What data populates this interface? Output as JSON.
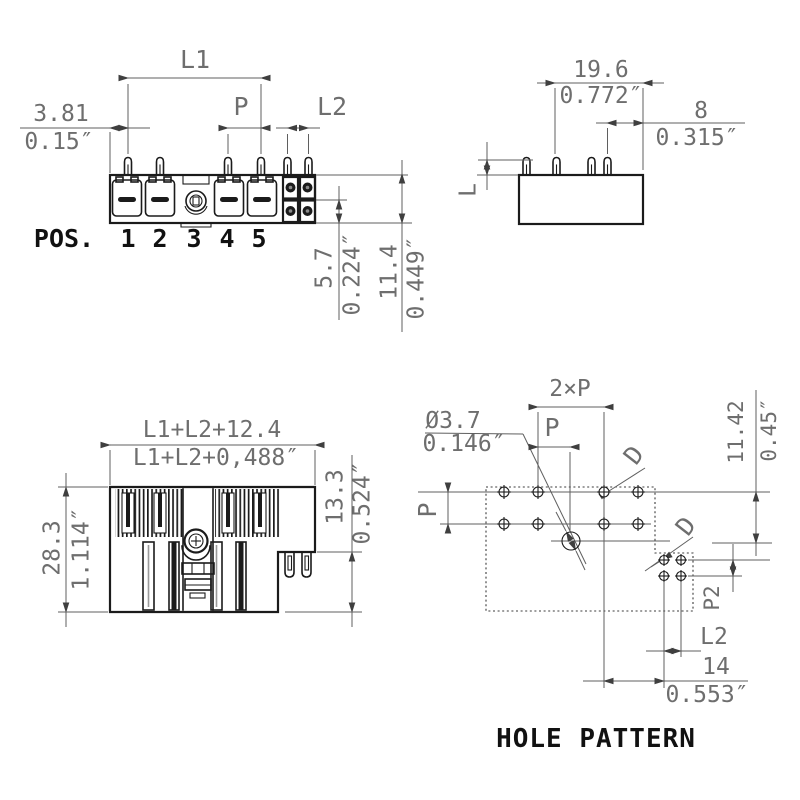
{
  "drawing_title": "HOLE PATTERN",
  "front": {
    "pos_label": "POS.",
    "pos": [
      "1",
      "2",
      "3",
      "4",
      "5"
    ],
    "dims": {
      "l1": "L1",
      "p": "P",
      "l2": "L2",
      "offset_mm": "3.81",
      "offset_in": "0.15″",
      "row_mm": "5.7",
      "row_in": "0.224″",
      "height_mm": "11.4",
      "height_in": "0.449″"
    }
  },
  "side": {
    "dims": {
      "width_mm": "19.6",
      "width_in": "0.772″",
      "edge_mm": "8",
      "edge_in": "0.315″",
      "pin_length": "L"
    }
  },
  "mated": {
    "dims": {
      "total_mm": "L1+L2+12.4",
      "total_in": "L1+L2+0,488″",
      "height_mm": "28.3",
      "height_in": "1.114″",
      "step_mm": "13.3",
      "step_in": "0.524″"
    }
  },
  "holes": {
    "title": "HOLE PATTERN",
    "dims": {
      "dia_mm": "Ø3.7",
      "dia_in": "0.146″",
      "two_p": "2×P",
      "p_top": "P",
      "p_left": "P",
      "v_mm": "11.42",
      "v_in": "0.45″",
      "p2": "P2",
      "l2": "L2",
      "w_mm": "14",
      "w_in": "0.553″",
      "drill_1": "D",
      "drill_2": "D"
    }
  }
}
